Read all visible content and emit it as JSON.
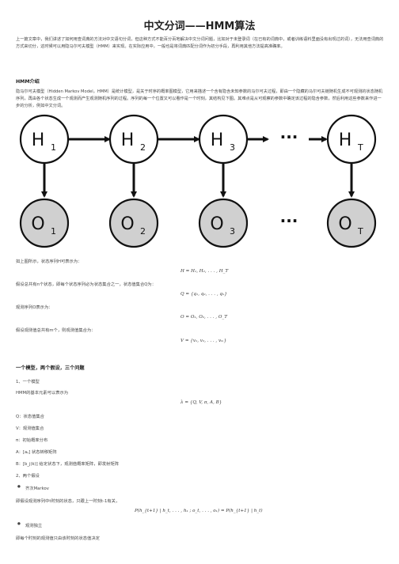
{
  "title": "中文分词——HMM算法",
  "intro": "上一篇文章中，我们讲述了如何用查词典的方法对中文语句分词，但这种方式不能百分百地解决中文分词问题，比如对于未登录词（在已有的词典中，或者训练语料里面没有出现过的词），无法用查词典的方式来切分，这时候可以用隐马尔可夫模型（HMM）来实现。在实际应用中，一般也是将词典匹配分词作为初分手段，再利用其他方法提高准确率。",
  "sec1": {
    "heading": "HMM介绍",
    "text": "隐马尔可夫模型（Hidden Markov Model，HMM）是统计模型，是关于时序的概率图模型，它用来描述一个含有隐含未知参数的马尔可夫过程，即由一个隐藏的马尔可夫链随机生成不可观测的状态随机序列，再由各个状态生成一个观测而产生观测随机序列的过程。序列的每一个位置又可以看作是一个时刻，其结构见下图。其难点是从可观察的参数中确定该过程的隐含参数，然后利用这些参数来作进一步的分析，例如中文分词。"
  },
  "diagram": {
    "hidden": [
      "H",
      "H",
      "H",
      "H"
    ],
    "hidden_subs": [
      "1",
      "2",
      "3",
      "T"
    ],
    "observed": [
      "O",
      "O",
      "O",
      "O"
    ],
    "observed_subs": [
      "1",
      "2",
      "3",
      "T"
    ],
    "ellipsis": "···"
  },
  "seq": {
    "state_label": "如上图所示，状态序列H可表示为：",
    "state_formula": "H = H₁, H₂, . . . , H_T",
    "nstates_label": "假设总共有n个状态，即每个状态序列必为状态集合之一，状态值集合Q为：",
    "nstates_formula": "Q = {q₁, q₂, . . . , qₙ}",
    "obs_label": "观测序列O表示为：",
    "obs_formula": "O = O₁, O₂, . . . , O_T",
    "m_label": "假设观测值总共有m个，则观测值集合为：",
    "m_formula": "V = {v₁, v₂, . . . , vₘ}"
  },
  "sec2": {
    "heading": "一个模型，两个假设，三个问题",
    "item1": "1、一个模型",
    "item1_text": "HMM的基本元素可以表示为",
    "lambda": "λ = {Q, V, π, A, B}",
    "q": "Q：状态值集合",
    "v": "V：观测值集合",
    "pi": "π：初始概率分布",
    "a": "A：[aᵢⱼ] 状态转移矩阵",
    "b": "B：[b_j(k)] 给定状态下，观测值概率矩阵，即发射矩阵",
    "item2": "2、两个假设",
    "bullet1": "齐次Markov",
    "bullet1_text": "即假设观测序列中t时刻的状态，只跟上一时刻t-1有关，",
    "markov_formula": "P(h_{t+1} | h_t, . . . , h₁ ;  o_t, . . . , o₁) = P(h_{t+1} | h_t)",
    "bullet2": "观测独立",
    "bullet2_text": "即每个时刻的观测值只由该时刻的状态值决定"
  }
}
